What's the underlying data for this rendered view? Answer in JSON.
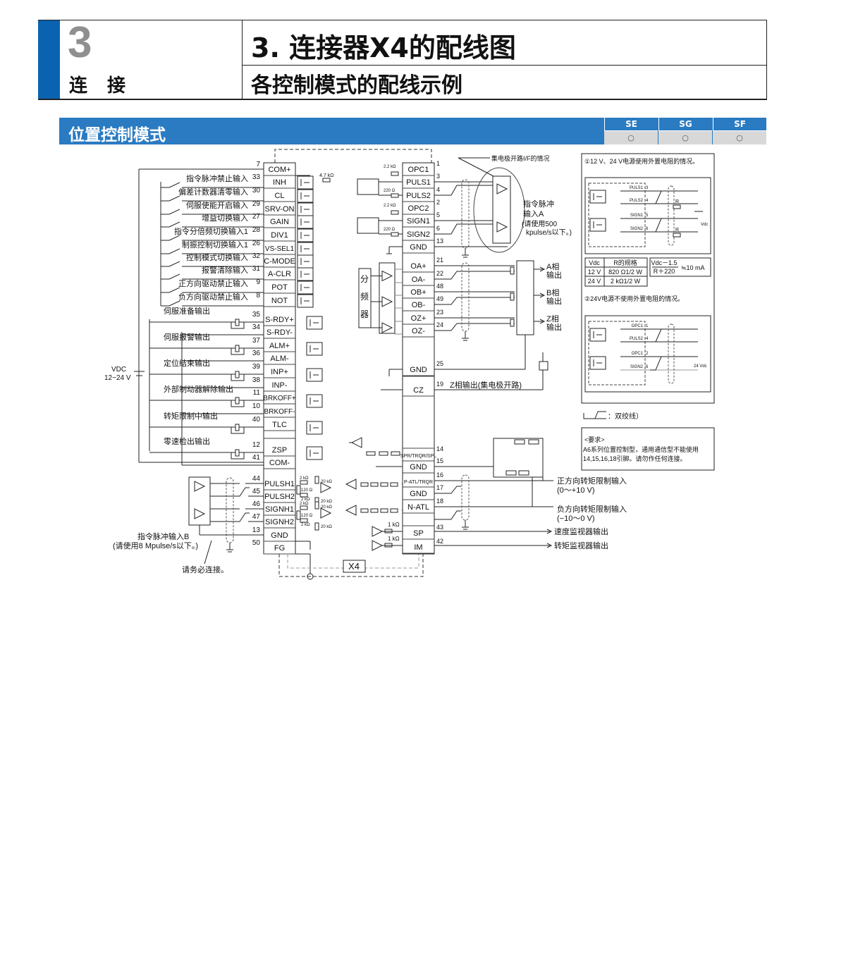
{
  "header": {
    "chapter_number": "3",
    "chapter_label": "连接",
    "title": "3. 连接器X4的配线图",
    "subtitle": "各控制模式的配线示例"
  },
  "mode_bar": {
    "title": "位置控制模式",
    "models": [
      {
        "name": "SE",
        "mark": "○"
      },
      {
        "name": "SG",
        "mark": "○"
      },
      {
        "name": "SF",
        "mark": "○"
      }
    ]
  },
  "left_pins": [
    {
      "num": "7",
      "signal": "COM+",
      "label": ""
    },
    {
      "num": "33",
      "signal": "INH",
      "label": "指令脉冲禁止输入"
    },
    {
      "num": "30",
      "signal": "CL",
      "label": "偏差计数器清零输入"
    },
    {
      "num": "29",
      "signal": "SRV-ON",
      "label": "伺服使能开启输入"
    },
    {
      "num": "27",
      "signal": "GAIN",
      "label": "增益切换输入"
    },
    {
      "num": "28",
      "signal": "DIV1",
      "label": "指令分倍频切换输入1"
    },
    {
      "num": "26",
      "signal": "VS-SEL1",
      "label": "制振控制切换输入1"
    },
    {
      "num": "32",
      "signal": "C-MODE",
      "label": "控制模式切换输入"
    },
    {
      "num": "31",
      "signal": "A-CLR",
      "label": "报警清除输入"
    },
    {
      "num": "9",
      "signal": "POT",
      "label": "正方向驱动禁止输入"
    },
    {
      "num": "8",
      "signal": "NOT",
      "label": "负方向驱动禁止输入"
    },
    {
      "num": "35",
      "signal": "S-RDY+",
      "label": "伺服准备输出"
    },
    {
      "num": "34",
      "signal": "S-RDY-",
      "label": ""
    },
    {
      "num": "37",
      "signal": "ALM+",
      "label": "伺服报警输出"
    },
    {
      "num": "36",
      "signal": "ALM-",
      "label": ""
    },
    {
      "num": "39",
      "signal": "INP+",
      "label": "定位结束输出"
    },
    {
      "num": "38",
      "signal": "INP-",
      "label": ""
    },
    {
      "num": "11",
      "signal": "BRKOFF+",
      "label": "外部制动器解除输出"
    },
    {
      "num": "10",
      "signal": "BRKOFF-",
      "label": ""
    },
    {
      "num": "40",
      "signal": "TLC",
      "label": "转矩限制中输出"
    },
    {
      "num": "12",
      "signal": "ZSP",
      "label": "零速检出输出"
    },
    {
      "num": "41",
      "signal": "COM-",
      "label": ""
    },
    {
      "num": "44",
      "signal": "PULSH1",
      "label": ""
    },
    {
      "num": "45",
      "signal": "PULSH2",
      "label": ""
    },
    {
      "num": "46",
      "signal": "SIGNH1",
      "label": ""
    },
    {
      "num": "47",
      "signal": "SIGNH2",
      "label": ""
    },
    {
      "num": "13",
      "signal": "GND",
      "label": ""
    },
    {
      "num": "50",
      "signal": "FG",
      "label": ""
    }
  ],
  "right_pins": [
    {
      "num": "1",
      "signal": "OPC1"
    },
    {
      "num": "3",
      "signal": "PULS1"
    },
    {
      "num": "4",
      "signal": "PULS2"
    },
    {
      "num": "2",
      "signal": "OPC2"
    },
    {
      "num": "5",
      "signal": "SIGN1"
    },
    {
      "num": "6",
      "signal": "SIGN2"
    },
    {
      "num": "13",
      "signal": "GND"
    },
    {
      "num": "21",
      "signal": "OA+"
    },
    {
      "num": "22",
      "signal": "OA-"
    },
    {
      "num": "48",
      "signal": "OB+"
    },
    {
      "num": "49",
      "signal": "OB-"
    },
    {
      "num": "23",
      "signal": "OZ+"
    },
    {
      "num": "24",
      "signal": "OZ-"
    },
    {
      "num": "25",
      "signal": "GND"
    },
    {
      "num": "19",
      "signal": "CZ"
    },
    {
      "num": "14",
      "signal": "SPR/TRQR/SPL"
    },
    {
      "num": "15",
      "signal": "GND"
    },
    {
      "num": "16",
      "signal": "P-ATL/TRQR"
    },
    {
      "num": "17",
      "signal": "GND"
    },
    {
      "num": "18",
      "signal": "N-ATL"
    },
    {
      "num": "43",
      "signal": "SP"
    },
    {
      "num": "42",
      "signal": "IM"
    }
  ],
  "labels": {
    "vdc": "VDC",
    "vdc_range": "12~24 V",
    "pulse_b": "指令脉冲输入B",
    "pulse_b_note": "(请使用8 Mpulse/s以下。)",
    "must_connect": "请务必连接。",
    "x4": "X4",
    "open_collector_if": "集电极开路I/F的情况",
    "pulse_a_1": "指令脉冲",
    "pulse_a_2": "输入A",
    "pulse_a_3": "(请使用500",
    "pulse_a_4": "kpulse/s以下。)",
    "divider": [
      "分",
      "频",
      "器"
    ],
    "phase_a": "A相",
    "phase_b": "B相",
    "phase_z": "Z相",
    "output": "输出",
    "z_open_collector": "Z相输出(集电极开路)",
    "pos_torque": "正方向转矩限制输入",
    "pos_torque_range": "(0～+10 V)",
    "neg_torque": "负方向转矩限制输入",
    "neg_torque_range": "(−10～0 V)",
    "speed_monitor": "速度监视器输出",
    "torque_monitor": "转矩监视器输出",
    "r_2k2": "2.2 kΩ",
    "r_220": "220 Ω",
    "r_4k7": "4.7 kΩ",
    "r_1k": "1 kΩ",
    "r_2k": "2 kΩ",
    "r_20k": "20 kΩ",
    "r_120": "120 Ω"
  },
  "side_panel": {
    "case1": "①12 V、24 V电源使用外置电阻的情况。",
    "case1_pins": [
      "PULS1",
      "PULS2",
      "SIGN1",
      "SIGN2"
    ],
    "case1_nums": [
      "3",
      "4",
      "5",
      "6"
    ],
    "r": "R",
    "vdc": "Vdc",
    "table_headers": [
      "Vdc",
      "R的规格"
    ],
    "table_rows": [
      [
        "12 V",
        "820 Ω1/2 W"
      ],
      [
        "24 V",
        "2 kΩ1/2 W"
      ]
    ],
    "formula_num": "Vdc－1.5",
    "formula_den": "R＋220",
    "formula_result": "≒10 mA",
    "case2": "②24V电源不使用外置电阻的情况。",
    "case2_pins": [
      "OPC1",
      "PULS2",
      "OPC1",
      "SIGN2"
    ],
    "case2_nums": [
      "1",
      "4",
      "2",
      "6"
    ],
    "v24": "24 Vdc",
    "twisted": "：双绞线）",
    "req_title": "<要求>",
    "req_line1": "A6系列位置控制型，通用通信型不能使用",
    "req_line2": "14,15,16,18引脚。请勿作任何连接。"
  }
}
